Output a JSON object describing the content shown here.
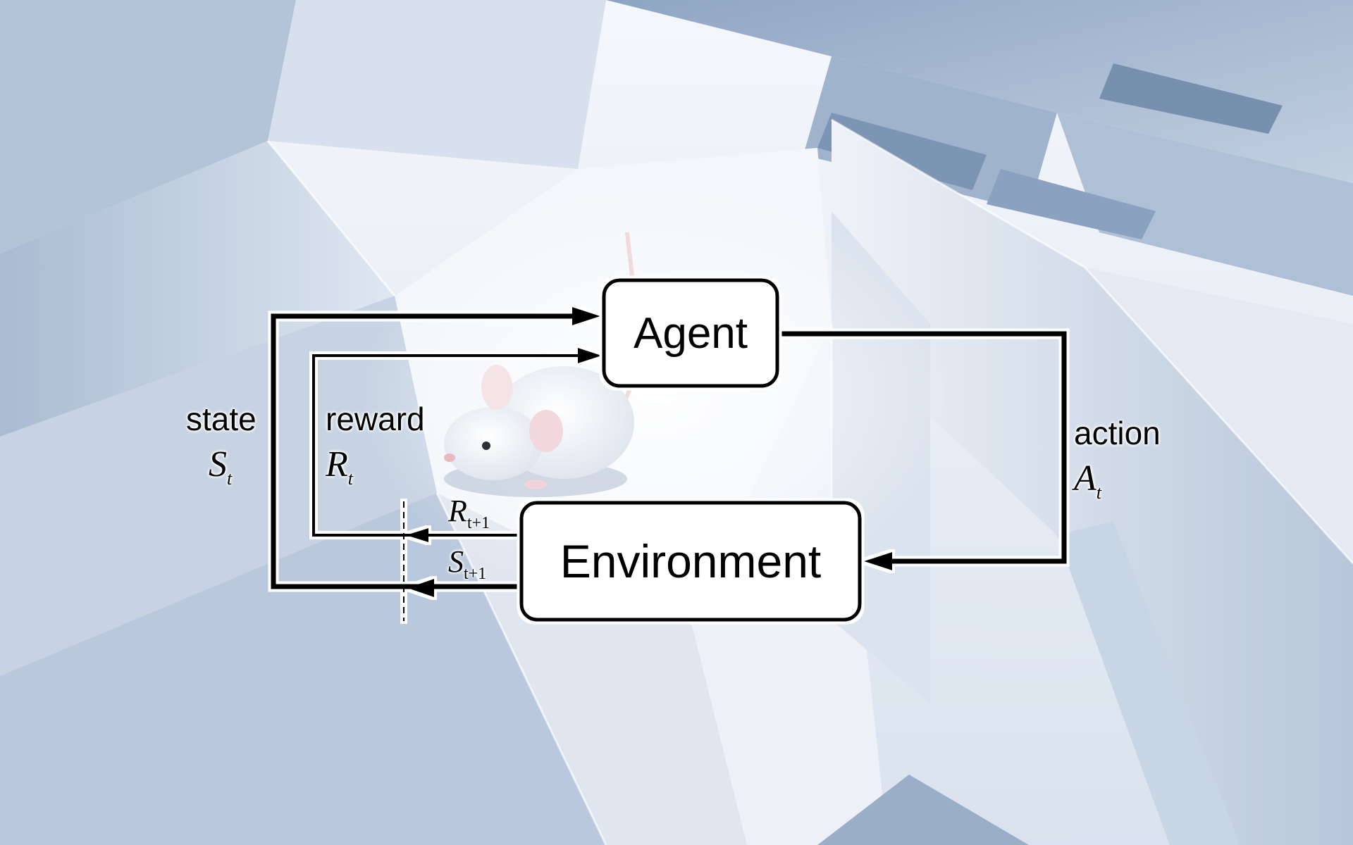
{
  "diagram": {
    "agent_label": "Agent",
    "environment_label": "Environment",
    "state_word": "state",
    "state_symbol": "S",
    "state_subscript": "t",
    "reward_word": "reward",
    "reward_symbol": "R",
    "reward_subscript": "t",
    "action_word": "action",
    "action_symbol": "A",
    "action_subscript": "t",
    "next_reward_symbol": "R",
    "next_reward_subscript": "t+1",
    "next_state_symbol": "S",
    "next_state_subscript": "t+1"
  }
}
